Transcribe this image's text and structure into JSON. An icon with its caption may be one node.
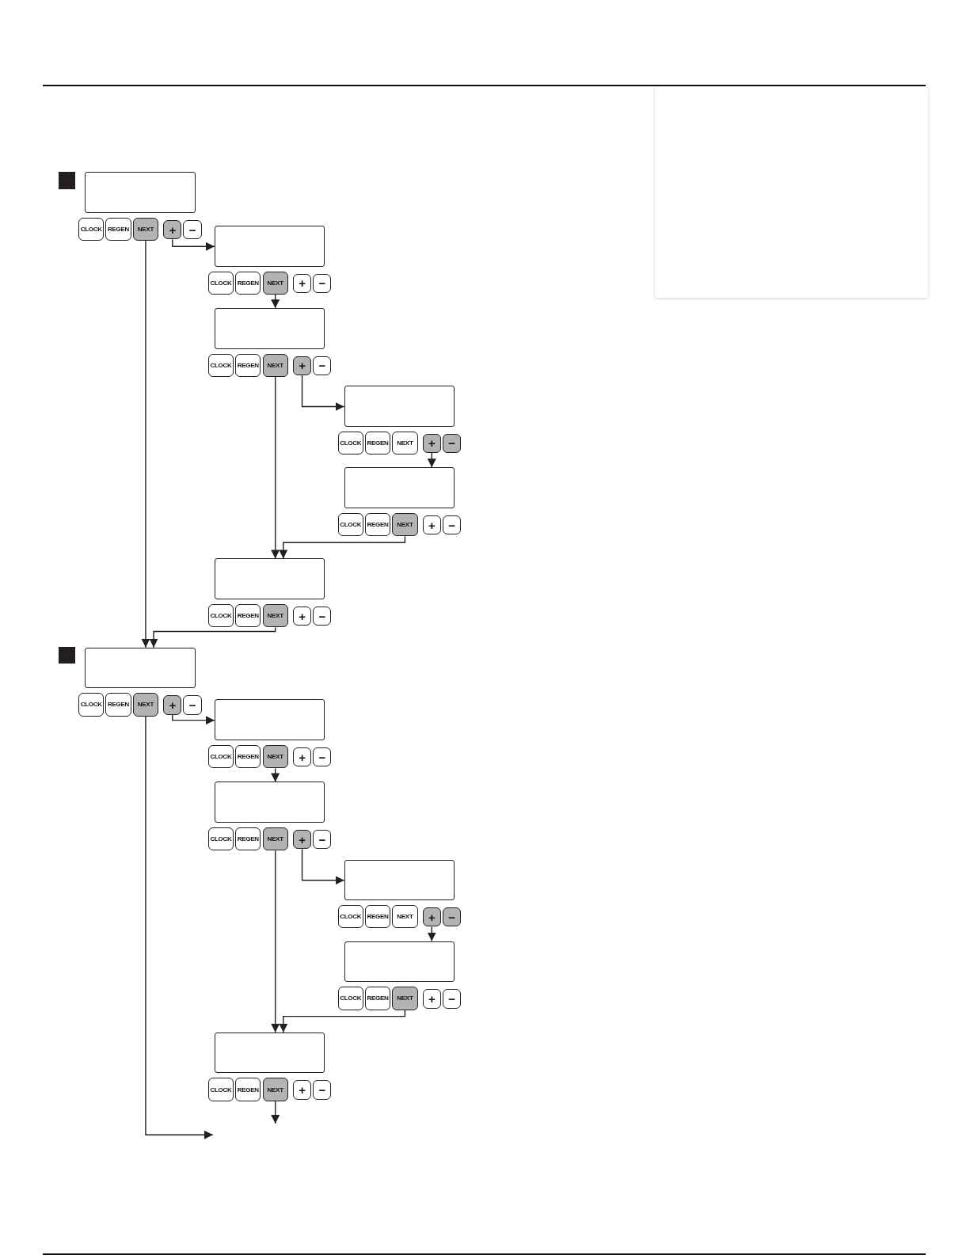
{
  "diagram": {
    "nodes": [
      {
        "text": [],
        "shape": "box"
      },
      {
        "text": [
          "CLOCK"
        ]
      },
      {
        "text": [
          "REGEN"
        ]
      },
      {
        "text": [
          "NEXT"
        ]
      },
      {
        "text": [
          "+"
        ]
      },
      {
        "text": [
          "−"
        ]
      },
      {
        "text": [],
        "shape": "box"
      },
      {
        "text": [
          "CLOCK"
        ]
      },
      {
        "text": [
          "REGEN"
        ]
      },
      {
        "text": [
          "NEXT"
        ]
      },
      {
        "text": [
          "+"
        ]
      },
      {
        "text": [
          "−"
        ]
      },
      {
        "text": [],
        "shape": "box"
      },
      {
        "text": [
          "CLOCK"
        ]
      },
      {
        "text": [
          "REGEN"
        ]
      },
      {
        "text": [
          "NEXT"
        ]
      },
      {
        "text": [
          "+"
        ]
      },
      {
        "text": [
          "−"
        ]
      },
      {
        "text": [],
        "shape": "box"
      },
      {
        "text": [
          "CLOCK"
        ]
      },
      {
        "text": [
          "REGEN"
        ]
      },
      {
        "text": [
          "NEXT"
        ]
      },
      {
        "text": [
          "+"
        ]
      },
      {
        "text": [
          "−"
        ]
      },
      {
        "text": [],
        "shape": "box"
      },
      {
        "text": [
          "CLOCK"
        ]
      },
      {
        "text": [
          "REGEN"
        ]
      },
      {
        "text": [
          "NEXT"
        ]
      },
      {
        "text": [
          "+"
        ]
      },
      {
        "text": [
          "−"
        ]
      },
      {
        "text": [],
        "shape": "box"
      },
      {
        "text": [
          "CLOCK"
        ]
      },
      {
        "text": [
          "REGEN"
        ]
      },
      {
        "text": [
          "NEXT"
        ]
      },
      {
        "text": [
          "+"
        ]
      },
      {
        "text": [
          "−"
        ]
      },
      {
        "text": [],
        "shape": "box"
      },
      {
        "text": [
          "CLOCK"
        ]
      },
      {
        "text": [
          "REGEN"
        ]
      },
      {
        "text": [
          "NEXT"
        ]
      },
      {
        "text": [
          "+"
        ]
      },
      {
        "text": [
          "−"
        ]
      },
      {
        "text": [],
        "shape": "box"
      },
      {
        "text": [
          "CLOCK"
        ]
      },
      {
        "text": [
          "REGEN"
        ]
      },
      {
        "text": [
          "NEXT"
        ]
      },
      {
        "text": [
          "+"
        ]
      },
      {
        "text": [
          "−"
        ]
      },
      {
        "text": [],
        "shape": "box"
      },
      {
        "text": [
          "CLOCK"
        ]
      },
      {
        "text": [
          "REGEN"
        ]
      },
      {
        "text": [
          "NEXT"
        ]
      },
      {
        "text": [
          "+"
        ]
      },
      {
        "text": [
          "−"
        ]
      },
      {
        "text": [],
        "shape": "box"
      },
      {
        "text": [
          "CLOCK"
        ]
      },
      {
        "text": [
          "REGEN"
        ]
      },
      {
        "text": [
          "NEXT"
        ]
      },
      {
        "text": [
          "+"
        ]
      },
      {
        "text": [
          "−"
        ]
      },
      {
        "text": [],
        "shape": "box"
      },
      {
        "text": [
          "CLOCK"
        ]
      },
      {
        "text": [
          "REGEN"
        ]
      },
      {
        "text": [
          "NEXT"
        ]
      },
      {
        "text": [
          "+"
        ]
      },
      {
        "text": [
          "−"
        ]
      },
      {
        "text": [],
        "shape": "box"
      },
      {
        "text": [
          "CLOCK"
        ]
      },
      {
        "text": [
          "REGEN"
        ]
      },
      {
        "text": [
          "NEXT"
        ]
      },
      {
        "text": [
          "+"
        ]
      },
      {
        "text": [
          "−"
        ]
      }
    ],
    "edges": [
      {
        "from": 4,
        "to": 6,
        "arrow": "to"
      },
      {
        "from": 3,
        "to": 36,
        "arrow": "to"
      },
      {
        "from": 9,
        "to": 12,
        "arrow": "to"
      },
      {
        "from": 16,
        "to": 18,
        "arrow": "to"
      },
      {
        "from": 15,
        "to": 30,
        "arrow": "to"
      },
      {
        "from": 22,
        "to": 24,
        "arrow": "to"
      },
      {
        "from": 27,
        "to": 30,
        "arrow": "to"
      },
      {
        "from": 33,
        "to": 36,
        "arrow": "to"
      },
      {
        "from": 40,
        "to": 42,
        "arrow": "to"
      },
      {
        "from": 39,
        "to": null,
        "arrow": "to"
      },
      {
        "from": 45,
        "to": 48,
        "arrow": "to"
      },
      {
        "from": 52,
        "to": 54,
        "arrow": "to"
      },
      {
        "from": 51,
        "to": 66,
        "arrow": "to"
      },
      {
        "from": 58,
        "to": 60,
        "arrow": "to"
      },
      {
        "from": 63,
        "to": 66,
        "arrow": "to"
      },
      {
        "from": 69,
        "to": null,
        "arrow": "to"
      }
    ]
  }
}
